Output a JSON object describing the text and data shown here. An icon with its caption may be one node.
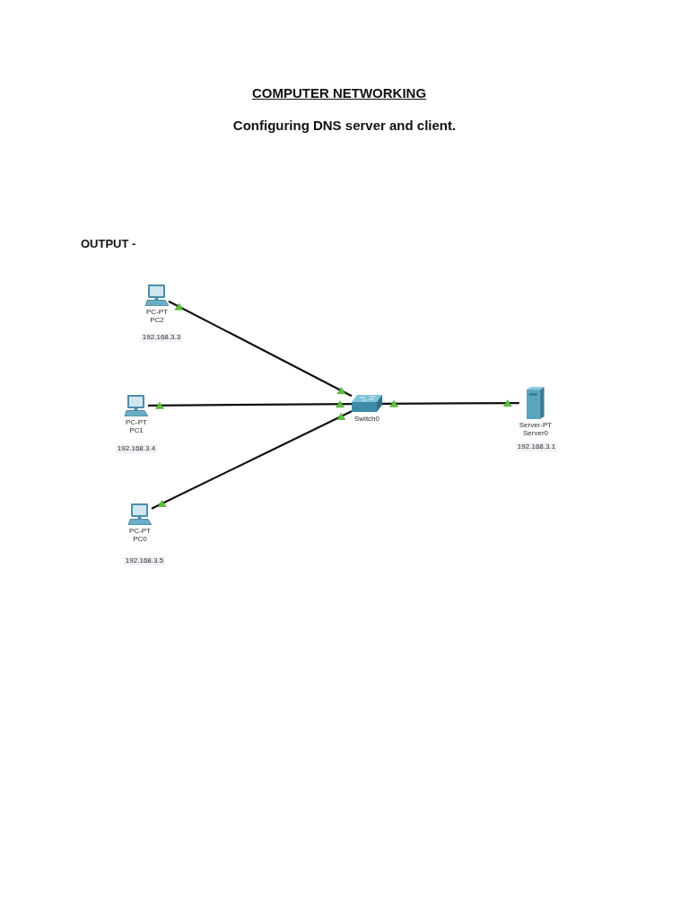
{
  "diagram": {
    "title": "COMPUTER NETWORKING",
    "nodes": [
      {
        "text": [
          "PC-PT",
          "PC2"
        ],
        "beside": [
          "192.168.3.3"
        ]
      },
      {
        "text": [
          "PC-PT",
          "PC1"
        ],
        "beside": [
          "192.168.3.4"
        ]
      },
      {
        "text": [
          "Switch0"
        ]
      },
      {
        "text": [
          "Server-PT",
          "Server0"
        ],
        "beside": [
          "192.168.3.1"
        ]
      },
      {
        "text": [
          "PC-PT",
          "PC0"
        ],
        "beside": [
          "192.168.3.5"
        ]
      }
    ],
    "edges": [
      {
        "from": 0,
        "to": 2,
        "arrow": "other"
      },
      {
        "from": 1,
        "to": 2,
        "arrow": "other"
      },
      {
        "from": 4,
        "to": 2,
        "arrow": "other"
      },
      {
        "from": 2,
        "to": 3,
        "arrow": "other"
      }
    ],
    "labels": [
      "Configuring DNS server and client.",
      "OUTPUT -"
    ]
  }
}
